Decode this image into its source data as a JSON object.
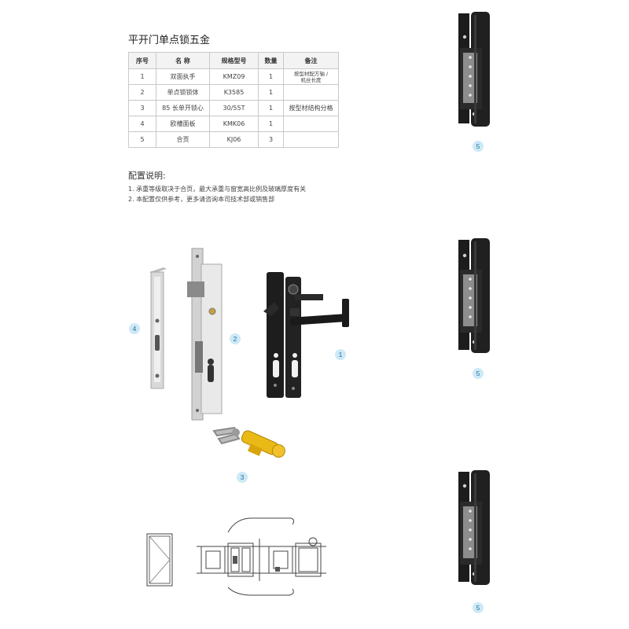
{
  "title": "平开门单点锁五金",
  "table": {
    "headers": [
      "序号",
      "名 称",
      "规格型号",
      "数量",
      "备注"
    ],
    "rows": [
      {
        "no": "1",
        "name": "双面执手",
        "model": "KMZ09",
        "qty": "1",
        "note_line1": "按型材配方轴 /",
        "note_line2": "机丝长度"
      },
      {
        "no": "2",
        "name": "单点锁锁体",
        "model": "K3585",
        "qty": "1",
        "note": ""
      },
      {
        "no": "3",
        "name": "85 长单开锁心",
        "model": "30/55T",
        "qty": "1",
        "note": "按型材结构分格"
      },
      {
        "no": "4",
        "name": "欧槽面板",
        "model": "KMK06",
        "qty": "1",
        "note": ""
      },
      {
        "no": "5",
        "name": "合页",
        "model": "KJ06",
        "qty": "3",
        "note": ""
      }
    ]
  },
  "config": {
    "title": "配置说明:",
    "lines": [
      "1. 承重等级取决于合页，最大承重与窗宽高比例及玻璃厚度有关",
      "2. 本配置仅供参考，更多请咨询本司技术部或销售部"
    ]
  },
  "badges": {
    "handle": "1",
    "lock_body": "2",
    "cylinder": "3",
    "faceplate": "4",
    "hinge_top": "5",
    "hinge_middle": "5",
    "hinge_bottom": "5"
  },
  "colors": {
    "badge_fill": "#cde9f7",
    "badge_text": "#2a6f99",
    "hinge": "#1a1a1a",
    "cylinder": "#e9b916",
    "steel": "#c9c9c9"
  }
}
